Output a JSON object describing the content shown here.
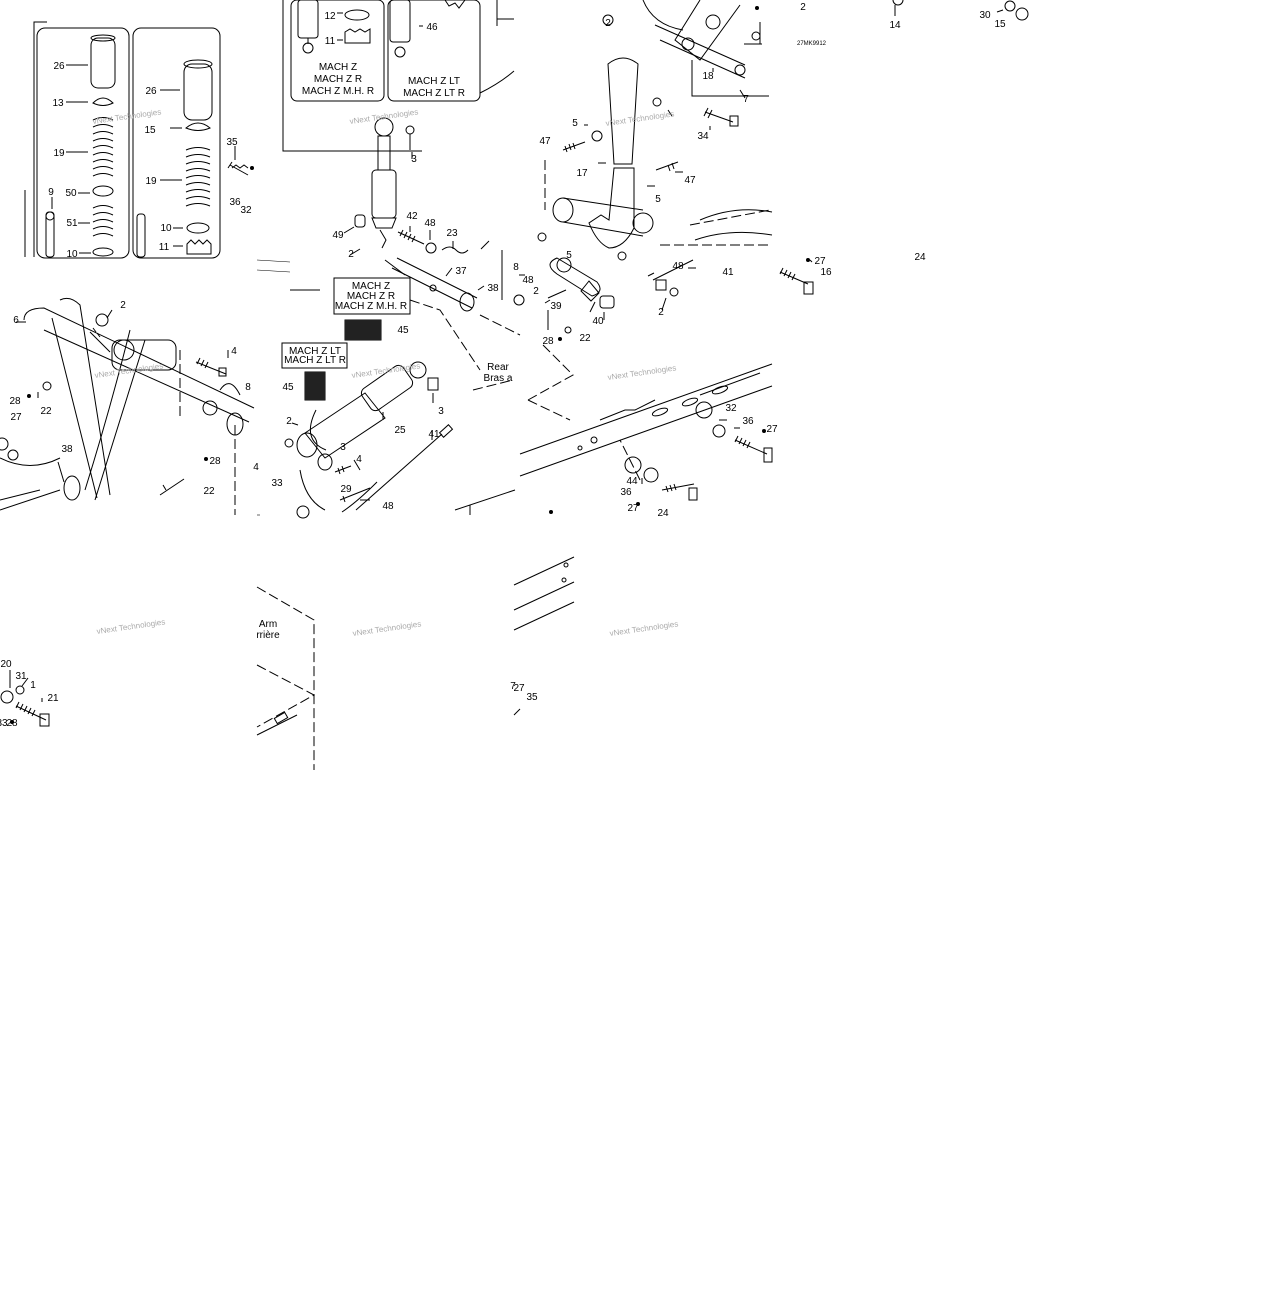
{
  "diagram": {
    "ref_code": "27MK9912",
    "watermark": "vNext Technologies",
    "part_labels": [
      {
        "id": "p26a",
        "text": "26"
      },
      {
        "id": "p13",
        "text": "13"
      },
      {
        "id": "p19a",
        "text": "19"
      },
      {
        "id": "p9",
        "text": "9"
      },
      {
        "id": "p50",
        "text": "50"
      },
      {
        "id": "p51",
        "text": "51"
      },
      {
        "id": "p10a",
        "text": "10"
      },
      {
        "id": "p26b",
        "text": "26"
      },
      {
        "id": "p15a",
        "text": "15"
      },
      {
        "id": "p19b",
        "text": "19"
      },
      {
        "id": "p10b",
        "text": "10"
      },
      {
        "id": "p11a",
        "text": "11"
      },
      {
        "id": "p35a",
        "text": "35"
      },
      {
        "id": "p36a",
        "text": "36"
      },
      {
        "id": "p32a",
        "text": "32"
      },
      {
        "id": "p12",
        "text": "12"
      },
      {
        "id": "p11b",
        "text": "11"
      },
      {
        "id": "p46",
        "text": "46"
      },
      {
        "id": "p3a",
        "text": "3"
      },
      {
        "id": "p42",
        "text": "42"
      },
      {
        "id": "p48a",
        "text": "48"
      },
      {
        "id": "p23",
        "text": "23"
      },
      {
        "id": "p49",
        "text": "49"
      },
      {
        "id": "p2a",
        "text": "2"
      },
      {
        "id": "p37",
        "text": "37"
      },
      {
        "id": "p38a",
        "text": "38"
      },
      {
        "id": "p45a",
        "text": "45"
      },
      {
        "id": "p45b",
        "text": "45"
      },
      {
        "id": "p3b",
        "text": "3"
      },
      {
        "id": "p25",
        "text": "25"
      },
      {
        "id": "p2b",
        "text": "2"
      },
      {
        "id": "p3c",
        "text": "3"
      },
      {
        "id": "p4a",
        "text": "4"
      },
      {
        "id": "p41a",
        "text": "41"
      },
      {
        "id": "p29",
        "text": "29"
      },
      {
        "id": "p33a",
        "text": "33"
      },
      {
        "id": "p48b",
        "text": "48"
      },
      {
        "id": "p6",
        "text": "6"
      },
      {
        "id": "p2c",
        "text": "2"
      },
      {
        "id": "p4b",
        "text": "4"
      },
      {
        "id": "p8a",
        "text": "8"
      },
      {
        "id": "p28a",
        "text": "28"
      },
      {
        "id": "p22a",
        "text": "22"
      },
      {
        "id": "p27a",
        "text": "27"
      },
      {
        "id": "p38b",
        "text": "38"
      },
      {
        "id": "p28b",
        "text": "28"
      },
      {
        "id": "p22b",
        "text": "22"
      },
      {
        "id": "p4c",
        "text": "4"
      },
      {
        "id": "p20",
        "text": "20"
      },
      {
        "id": "p31",
        "text": "31"
      },
      {
        "id": "p1",
        "text": "1"
      },
      {
        "id": "p21",
        "text": "21"
      },
      {
        "id": "p33b",
        "text": "33"
      },
      {
        "id": "p28c",
        "text": "28"
      },
      {
        "id": "p2d",
        "text": "2"
      },
      {
        "id": "p18",
        "text": "18"
      },
      {
        "id": "p7",
        "text": "7"
      },
      {
        "id": "p34",
        "text": "34"
      },
      {
        "id": "p5a",
        "text": "5"
      },
      {
        "id": "p47a",
        "text": "47"
      },
      {
        "id": "p17",
        "text": "17"
      },
      {
        "id": "p47b",
        "text": "47"
      },
      {
        "id": "p5b",
        "text": "5"
      },
      {
        "id": "p8b",
        "text": "8"
      },
      {
        "id": "p48c",
        "text": "48"
      },
      {
        "id": "p2e",
        "text": "2"
      },
      {
        "id": "p5c",
        "text": "5"
      },
      {
        "id": "p48d",
        "text": "48"
      },
      {
        "id": "p41b",
        "text": "41"
      },
      {
        "id": "p39",
        "text": "39"
      },
      {
        "id": "p40",
        "text": "40"
      },
      {
        "id": "p2f",
        "text": "2"
      },
      {
        "id": "p28d",
        "text": "28"
      },
      {
        "id": "p22c",
        "text": "22"
      },
      {
        "id": "p32b",
        "text": "32"
      },
      {
        "id": "p36b",
        "text": "36"
      },
      {
        "id": "p27b",
        "text": "27"
      },
      {
        "id": "p44",
        "text": "44"
      },
      {
        "id": "p36c",
        "text": "36"
      },
      {
        "id": "p27c",
        "text": "27"
      },
      {
        "id": "p24a",
        "text": "24"
      },
      {
        "id": "p27d",
        "text": "27"
      },
      {
        "id": "p7b",
        "text": "7"
      },
      {
        "id": "p35b",
        "text": "35"
      },
      {
        "id": "p2g",
        "text": "2"
      },
      {
        "id": "p14",
        "text": "14"
      },
      {
        "id": "p30",
        "text": "30"
      },
      {
        "id": "p15b",
        "text": "15"
      },
      {
        "id": "p27e",
        "text": "27"
      },
      {
        "id": "p16",
        "text": "16"
      },
      {
        "id": "p24b",
        "text": "24"
      }
    ],
    "model_boxes": [
      {
        "id": "mb1",
        "lines": [
          "MACH Z",
          "MACH Z R",
          "MACH Z M.H. R"
        ]
      },
      {
        "id": "mb2",
        "lines": [
          "MACH Z LT",
          "MACH Z LT R"
        ]
      },
      {
        "id": "mb3",
        "lines": [
          "MACH Z",
          "MACH Z R",
          "MACH Z M.H. R"
        ]
      },
      {
        "id": "mb4",
        "lines": [
          "MACH Z LT",
          "MACH Z LT R"
        ]
      }
    ],
    "callouts": {
      "rear_arm": [
        "Rear",
        "Bras a"
      ],
      "arm": [
        "Arm",
        "rrière"
      ]
    }
  }
}
